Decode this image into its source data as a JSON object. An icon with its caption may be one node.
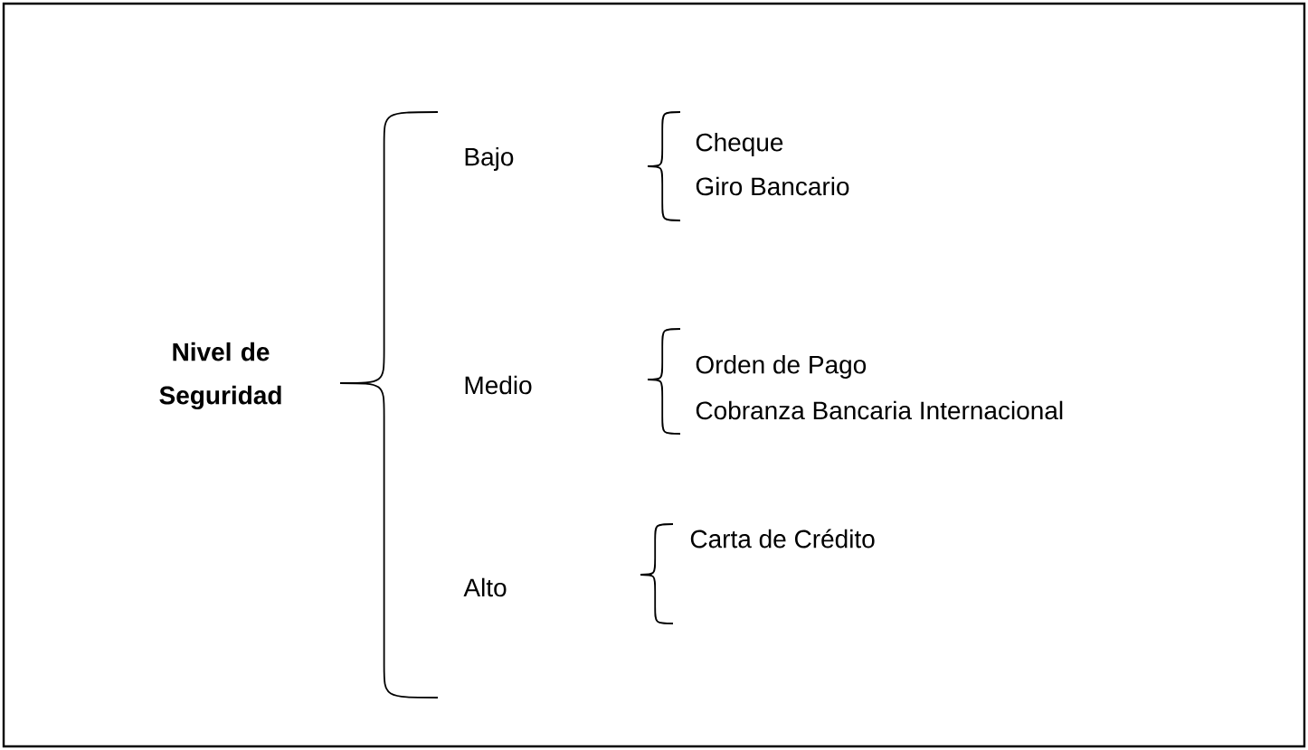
{
  "diagram": {
    "labels": [
      "Nivel de Seguridad",
      "Bajo",
      "Cheque",
      "Giro Bancario",
      "Medio",
      "Orden de Pago",
      "Cobranza Bancaria Internacional",
      "Alto",
      "Carta de Crédito"
    ]
  }
}
